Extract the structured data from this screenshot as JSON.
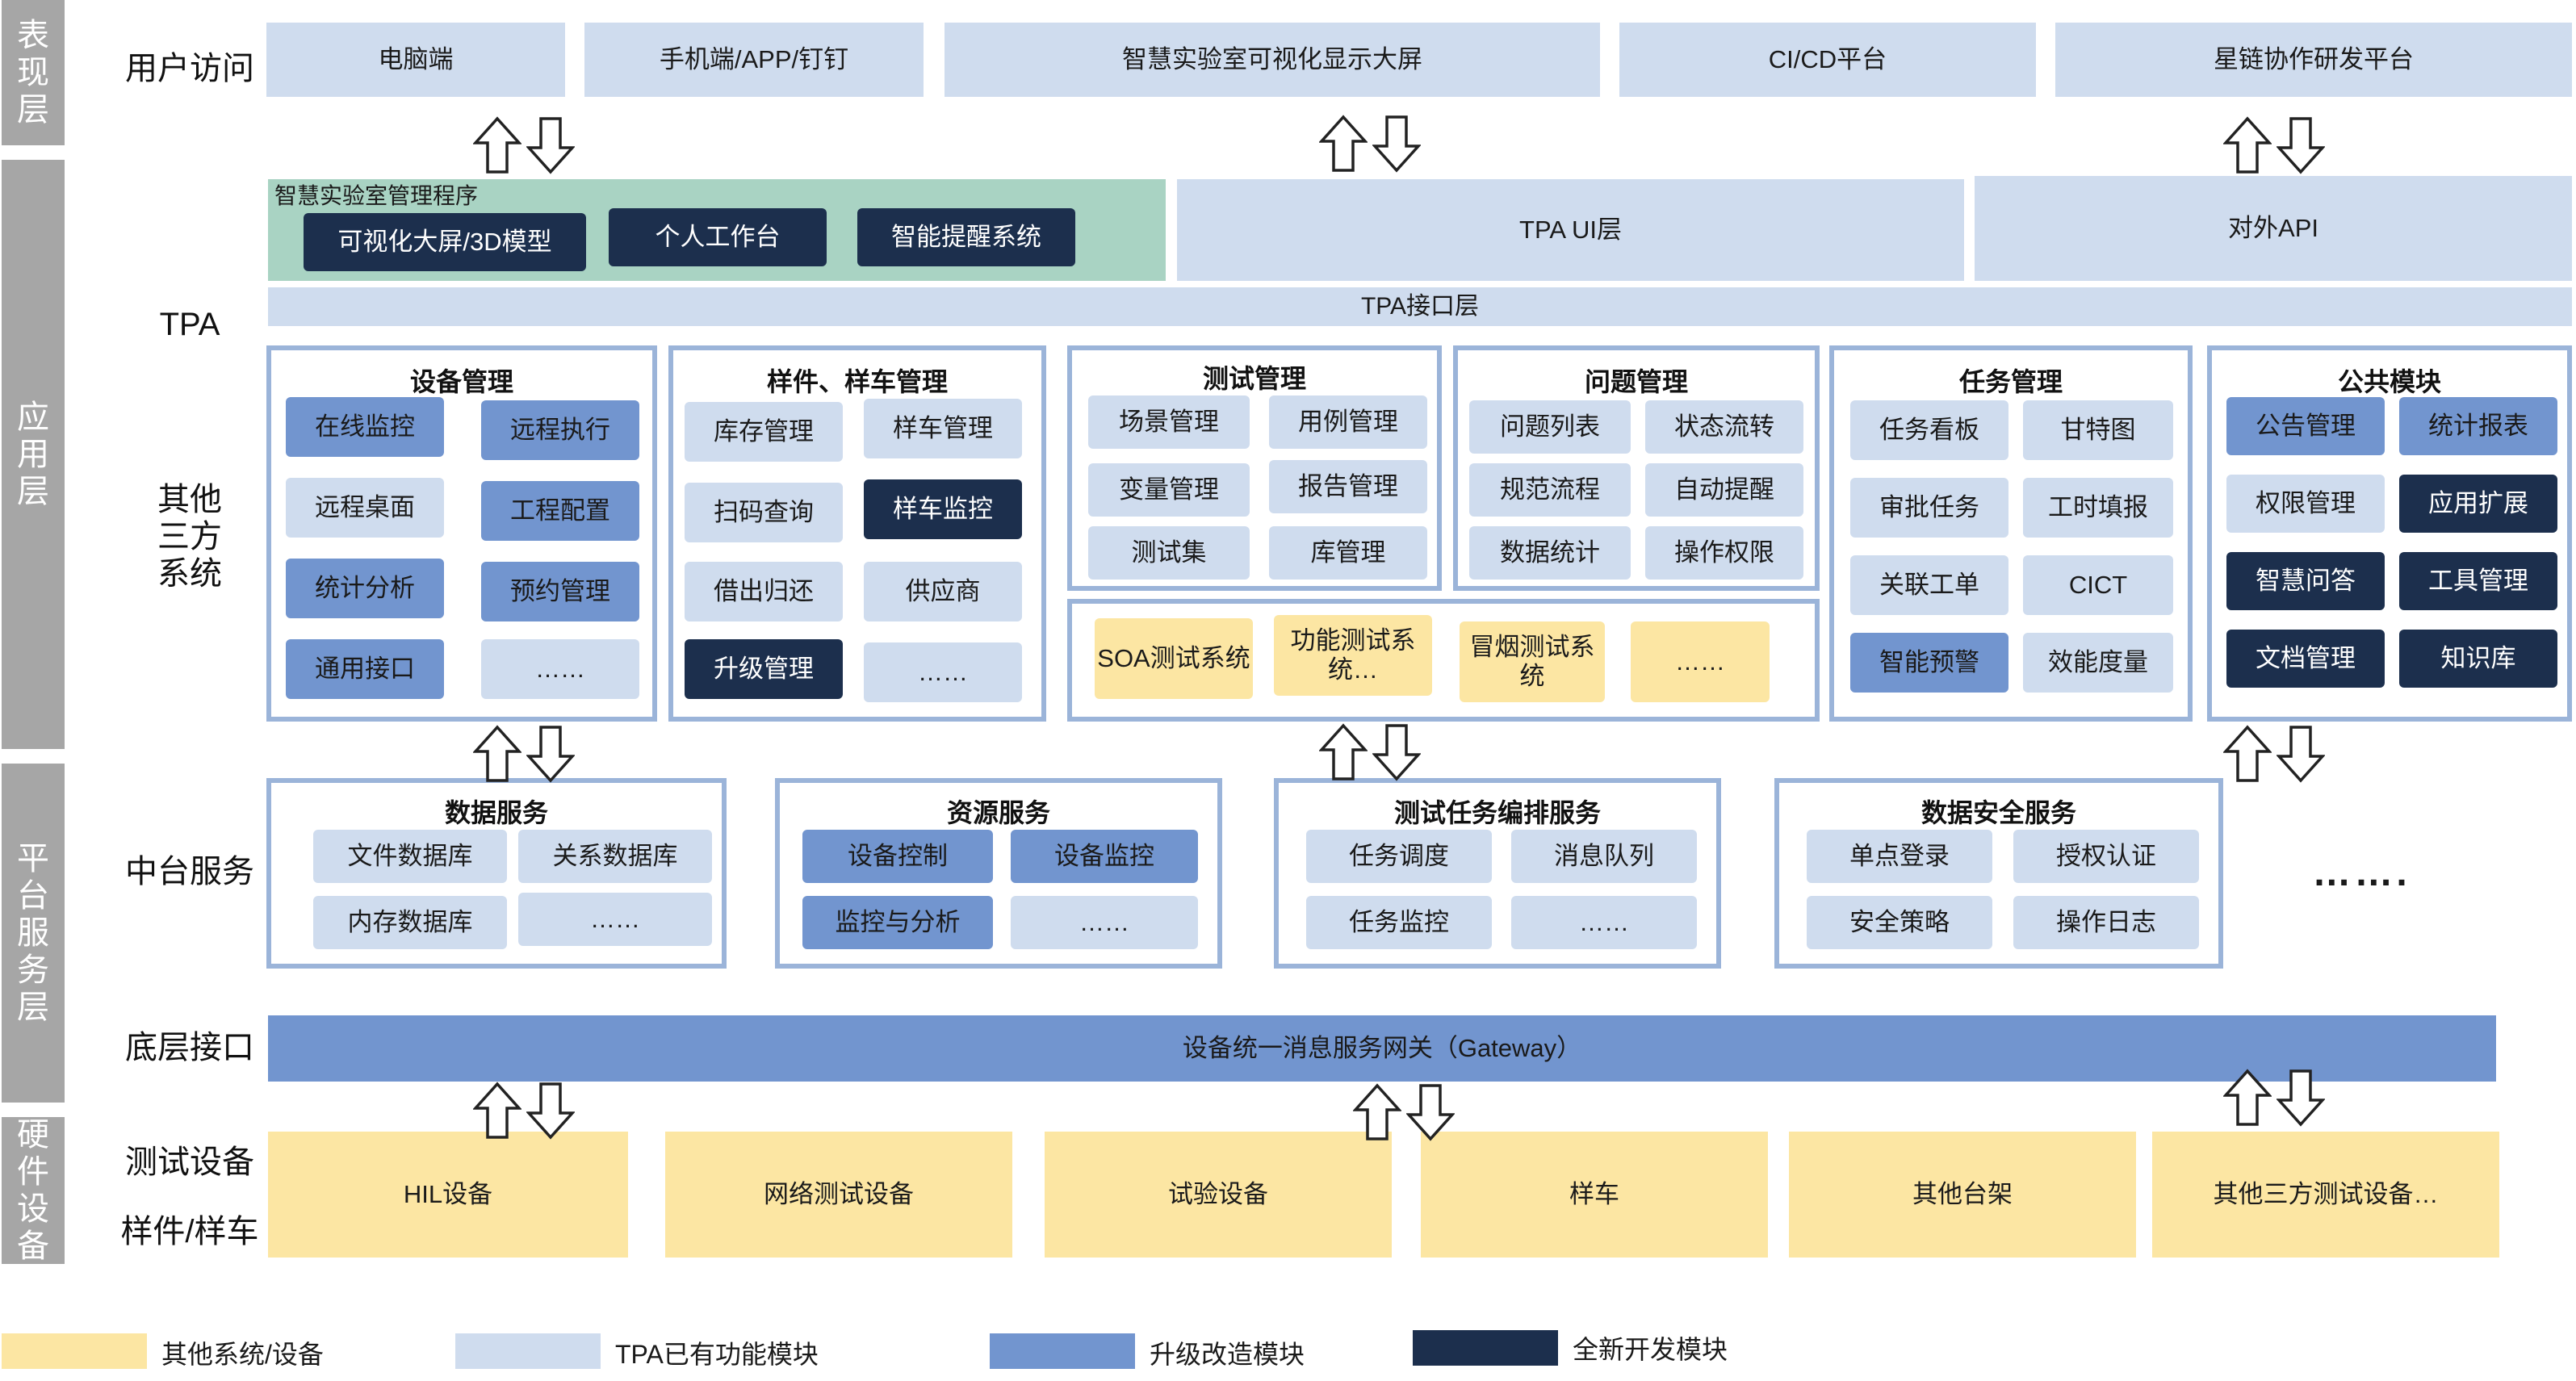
{
  "layers": [
    "表现层",
    "应用层",
    "平台服务层",
    "硬件设备"
  ],
  "row_labels": {
    "user_access": "用户访问",
    "tpa": "TPA",
    "other_third": "其他三方系统",
    "middle": "中台服务",
    "bottom_iface": "底层接口",
    "test_device": "测试设备",
    "sample_car": "样件/样车"
  },
  "access": [
    "电脑端",
    "手机端/APP/钉钉",
    "智慧实验室可视化显示大屏",
    "CI/CD平台",
    "星链协作研发平台"
  ],
  "lab_program": {
    "title": "智慧实验室管理程序",
    "items": [
      "可视化大屏/3D模型",
      "个人工作台",
      "智能提醒系统"
    ]
  },
  "tpa_ui": "TPA UI层",
  "external_api": "对外API",
  "tpa_interface": "TPA接口层",
  "modules": {
    "device": {
      "title": "设备管理",
      "cells": [
        "在线监控",
        "远程执行",
        "远程桌面",
        "工程配置",
        "统计分析",
        "预约管理",
        "通用接口",
        "……"
      ]
    },
    "sample": {
      "title": "样件、样车管理",
      "cells": [
        "库存管理",
        "样车管理",
        "扫码查询",
        "样车监控",
        "借出归还",
        "供应商",
        "升级管理",
        "……"
      ]
    },
    "test": {
      "title": "测试管理",
      "cells": [
        "场景管理",
        "用例管理",
        "变量管理",
        "报告管理",
        "测试集",
        "库管理"
      ]
    },
    "issue": {
      "title": "问题管理",
      "cells": [
        "问题列表",
        "状态流转",
        "规范流程",
        "自动提醒",
        "数据统计",
        "操作权限"
      ]
    },
    "task": {
      "title": "任务管理",
      "cells": [
        "任务看板",
        "甘特图",
        "审批任务",
        "工时填报",
        "关联工单",
        "CICT",
        "智能预警",
        "效能度量"
      ]
    },
    "public": {
      "title": "公共模块",
      "cells": [
        "公告管理",
        "统计报表",
        "权限管理",
        "应用扩展",
        "智慧问答",
        "工具管理",
        "文档管理",
        "知识库"
      ]
    }
  },
  "third_systems": [
    "SOA测试系统",
    "功能测试系统…",
    "冒烟测试系统",
    "……"
  ],
  "services": {
    "data": {
      "title": "数据服务",
      "cells": [
        "文件数据库",
        "关系数据库",
        "内存数据库",
        "……"
      ]
    },
    "resource": {
      "title": "资源服务",
      "cells": [
        "设备控制",
        "设备监控",
        "监控与分析",
        "……"
      ]
    },
    "orchestration": {
      "title": "测试任务编排服务",
      "cells": [
        "任务调度",
        "消息队列",
        "任务监控",
        "……"
      ]
    },
    "security": {
      "title": "数据安全服务",
      "cells": [
        "单点登录",
        "授权认证",
        "安全策略",
        "操作日志"
      ]
    },
    "more": "……."
  },
  "gateway": "设备统一消息服务网关（Gateway）",
  "devices": [
    "HIL设备",
    "网络测试设备",
    "试验设备",
    "样车",
    "其他台架",
    "其他三方测试设备…"
  ],
  "legend": [
    "其他系统/设备",
    "TPA已有功能模块",
    "升级改造模块",
    "全新开发模块"
  ],
  "colors": {
    "light_blue": "#cfdcee",
    "mid_blue": "#7295cf",
    "dark_navy": "#1c2f4d",
    "yellow": "#fce6a3",
    "green": "#a9d3c3",
    "layer_gray": "#a6a6a6",
    "module_border": "#9bb4d9"
  }
}
